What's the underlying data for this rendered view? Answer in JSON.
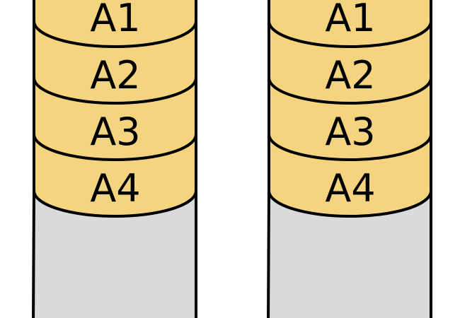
{
  "colors": {
    "block_fill": "#f5d47f",
    "disk_fill": "#dadada",
    "stroke": "#000000",
    "background": "#ffffff"
  },
  "disks": [
    {
      "blocks": [
        {
          "label": "A1"
        },
        {
          "label": "A2"
        },
        {
          "label": "A3"
        },
        {
          "label": "A4"
        }
      ]
    },
    {
      "blocks": [
        {
          "label": "A1"
        },
        {
          "label": "A2"
        },
        {
          "label": "A3"
        },
        {
          "label": "A4"
        }
      ]
    }
  ]
}
